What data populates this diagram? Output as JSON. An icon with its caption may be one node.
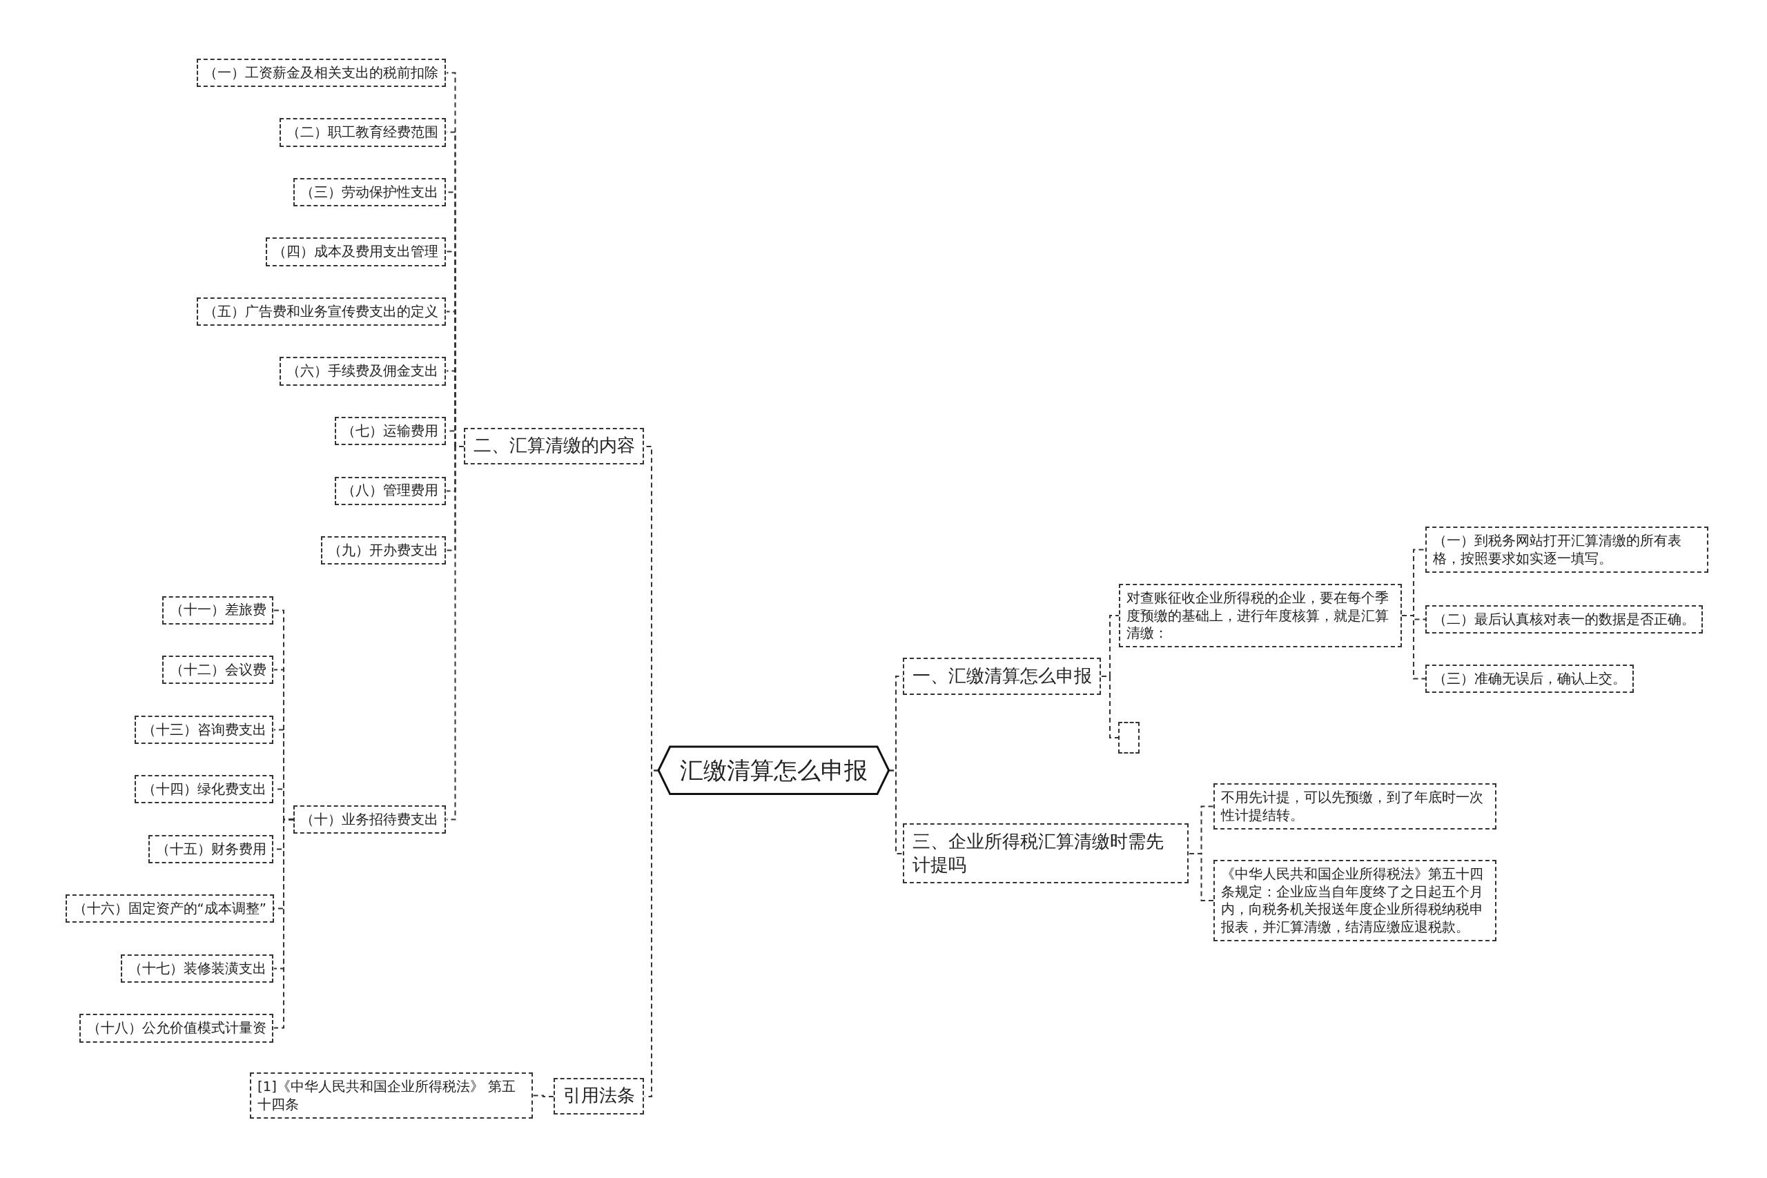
{
  "diagram": {
    "nodes": [
      {
        "text": [
          "汇缴清算怎么申报"
        ]
      },
      {
        "text": [
          "二、汇算清缴的内容"
        ]
      },
      {
        "text": [
          "（一）工资薪金及相关支出的税前扣除"
        ]
      },
      {
        "text": [
          "（二）职工教育经费范围"
        ]
      },
      {
        "text": [
          "（三）劳动保护性支出"
        ]
      },
      {
        "text": [
          "（四）成本及费用支出管理"
        ]
      },
      {
        "text": [
          "（五）广告费和业务宣传费支出的定义"
        ]
      },
      {
        "text": [
          "（六）手续费及佣金支出"
        ]
      },
      {
        "text": [
          "（七）运输费用"
        ]
      },
      {
        "text": [
          "（八）管理费用"
        ]
      },
      {
        "text": [
          "（九）开办费支出"
        ]
      },
      {
        "text": [
          "（十）业务招待费支出"
        ]
      },
      {
        "text": [
          "（十一）差旅费"
        ]
      },
      {
        "text": [
          "（十二）会议费"
        ]
      },
      {
        "text": [
          "（十三）咨询费支出"
        ]
      },
      {
        "text": [
          "（十四）绿化费支出"
        ]
      },
      {
        "text": [
          "（十五）财务费用"
        ]
      },
      {
        "text": [
          "（十六）固定资产的“成本调整”"
        ]
      },
      {
        "text": [
          "（十七）装修装潢支出"
        ]
      },
      {
        "text": [
          "（十八）公允价值模式计量资"
        ]
      },
      {
        "text": [
          "引用法条"
        ]
      },
      {
        "text": [
          "[1]《中华人民共和国企业所得税法》 第五十四条"
        ]
      },
      {
        "text": [
          "一、汇缴清算怎么申报"
        ]
      },
      {
        "text": [
          "对查账征收企业所得税的企业，要在每个季度预缴的基础上，进行年度核算，就是汇算清缴："
        ]
      },
      {
        "text": [
          "（一）到税务网站打开汇算清缴的所有表格，按照要求如实逐一填写。"
        ]
      },
      {
        "text": [
          "（二）最后认真核对表一的数据是否正确。"
        ]
      },
      {
        "text": [
          "（三）准确无误后，确认上交。"
        ]
      },
      {
        "text": [],
        "shape": "box"
      },
      {
        "text": [
          "三、企业所得税汇算清缴时需先计提吗"
        ]
      },
      {
        "text": [
          "不用先计提，可以先预缴，到了年底时一次性计提结转。"
        ]
      },
      {
        "text": [
          "《中华人民共和国企业所得税法》第五十四条规定：企业应当自年度终了之日起五个月内，向税务机关报送年度企业所得税纳税申报表，并汇算清缴，结清应缴应退税款。"
        ]
      }
    ],
    "edges": [
      {
        "from": 0,
        "to": 1,
        "arrow": "none"
      },
      {
        "from": 0,
        "to": 20,
        "arrow": "none"
      },
      {
        "from": 0,
        "to": 22,
        "arrow": "none"
      },
      {
        "from": 0,
        "to": 28,
        "arrow": "none"
      },
      {
        "from": 1,
        "to": 2,
        "arrow": "none"
      },
      {
        "from": 1,
        "to": 3,
        "arrow": "none"
      },
      {
        "from": 1,
        "to": 4,
        "arrow": "none"
      },
      {
        "from": 1,
        "to": 5,
        "arrow": "none"
      },
      {
        "from": 1,
        "to": 6,
        "arrow": "none"
      },
      {
        "from": 1,
        "to": 7,
        "arrow": "none"
      },
      {
        "from": 1,
        "to": 8,
        "arrow": "none"
      },
      {
        "from": 1,
        "to": 9,
        "arrow": "none"
      },
      {
        "from": 1,
        "to": 10,
        "arrow": "none"
      },
      {
        "from": 1,
        "to": 11,
        "arrow": "none"
      },
      {
        "from": 11,
        "to": 12,
        "arrow": "none"
      },
      {
        "from": 11,
        "to": 13,
        "arrow": "none"
      },
      {
        "from": 11,
        "to": 14,
        "arrow": "none"
      },
      {
        "from": 11,
        "to": 15,
        "arrow": "none"
      },
      {
        "from": 11,
        "to": 16,
        "arrow": "none"
      },
      {
        "from": 11,
        "to": 17,
        "arrow": "none"
      },
      {
        "from": 11,
        "to": 18,
        "arrow": "none"
      },
      {
        "from": 11,
        "to": 19,
        "arrow": "none"
      },
      {
        "from": 20,
        "to": 21,
        "arrow": "none"
      },
      {
        "from": 22,
        "to": 23,
        "arrow": "none"
      },
      {
        "from": 22,
        "to": 27,
        "arrow": "none"
      },
      {
        "from": 23,
        "to": 24,
        "arrow": "none"
      },
      {
        "from": 23,
        "to": 25,
        "arrow": "none"
      },
      {
        "from": 23,
        "to": 26,
        "arrow": "none"
      },
      {
        "from": 28,
        "to": 29,
        "arrow": "none"
      },
      {
        "from": 28,
        "to": 30,
        "arrow": "none"
      }
    ]
  }
}
